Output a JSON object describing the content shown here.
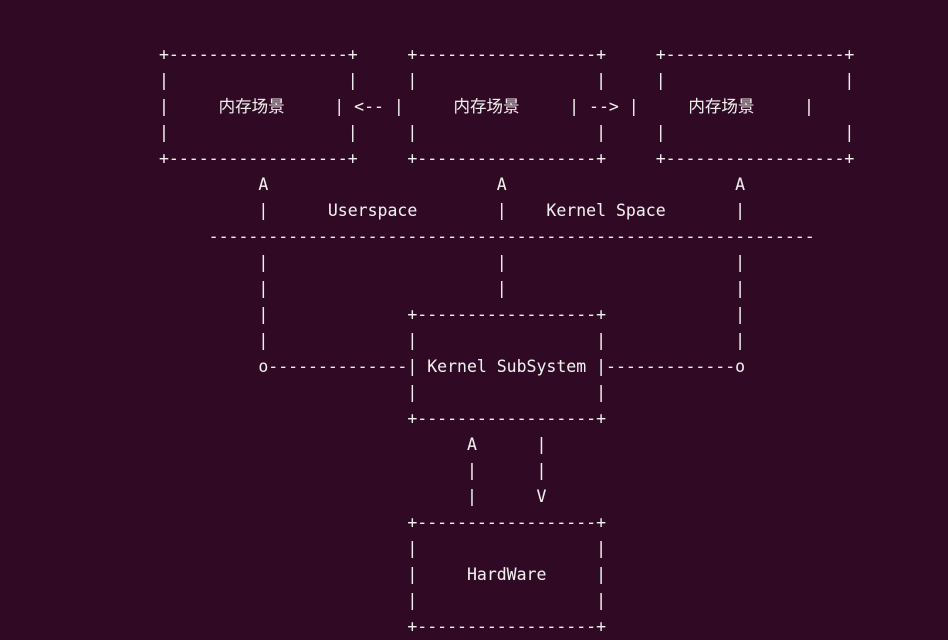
{
  "terminal": {
    "background_color": "#300a24",
    "foreground_color": "#eeeeec",
    "columns": 60,
    "rows": 18
  },
  "diagram": {
    "title": "Userspace / Kernel Space architecture ASCII diagram",
    "labels": {
      "memory_scene_left": "内存场景",
      "memory_scene_middle": "内存场景",
      "memory_scene_right": "内存场景",
      "userspace": "Userspace",
      "kernel_space": "Kernel Space",
      "kernel_subsystem": "Kernel SubSystem",
      "hardware": "HardWare"
    },
    "connectors": {
      "arrow_left": "<--",
      "arrow_right": "-->",
      "up_caret": "A",
      "down_caret": "V",
      "endpoint_marker": "o",
      "vertical_bar": "|",
      "corner": "+",
      "dash": "-"
    },
    "box_inner_width_chars": 18,
    "ascii": "+------------------+     +------------------+     +------------------+\n|                  |     |                  |     |                  |\n|     内存场景     | <-- |     内存场景     | --> |     内存场景     |\n|                  |     |                  |     |                  |\n+------------------+     +------------------+     +------------------+\n          A                       A                       A\n          |      Userspace        |    Kernel Space       |\n     -------------------------------------------------------------\n          |                       |                       |\n          |                       |                       |\n          |              +------------------+             |\n          |              |                  |             |\n          o--------------| Kernel SubSystem |-------------o\n                         |                  |\n                         +------------------+\n                               A      |\n                               |      |\n                               |      V\n                         +------------------+\n                         |                  |\n                         |     HardWare     |\n                         |                  |\n                         +------------------+"
  }
}
